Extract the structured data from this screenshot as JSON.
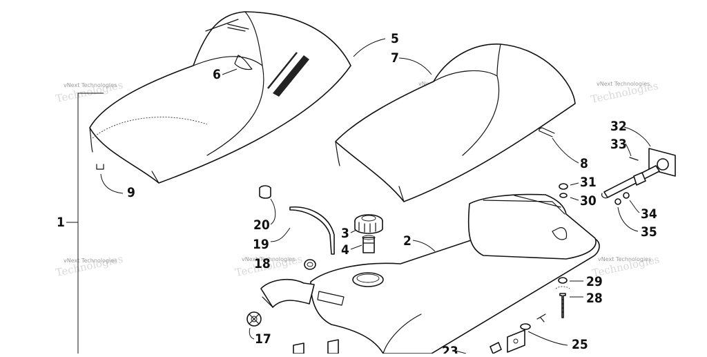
{
  "watermark": {
    "text": "vNext Technologies"
  },
  "callouts": {
    "c1": "1",
    "c2": "2",
    "c3": "3",
    "c4": "4",
    "c5": "5",
    "c6": "6",
    "c7": "7",
    "c8": "8",
    "c9": "9",
    "c17": "17",
    "c18": "18",
    "c19": "19",
    "c20": "20",
    "c23": "23",
    "c25": "25",
    "c28": "28",
    "c29": "29",
    "c30": "30",
    "c31": "31",
    "c32": "32",
    "c33": "33",
    "c34": "34",
    "c35": "35"
  }
}
